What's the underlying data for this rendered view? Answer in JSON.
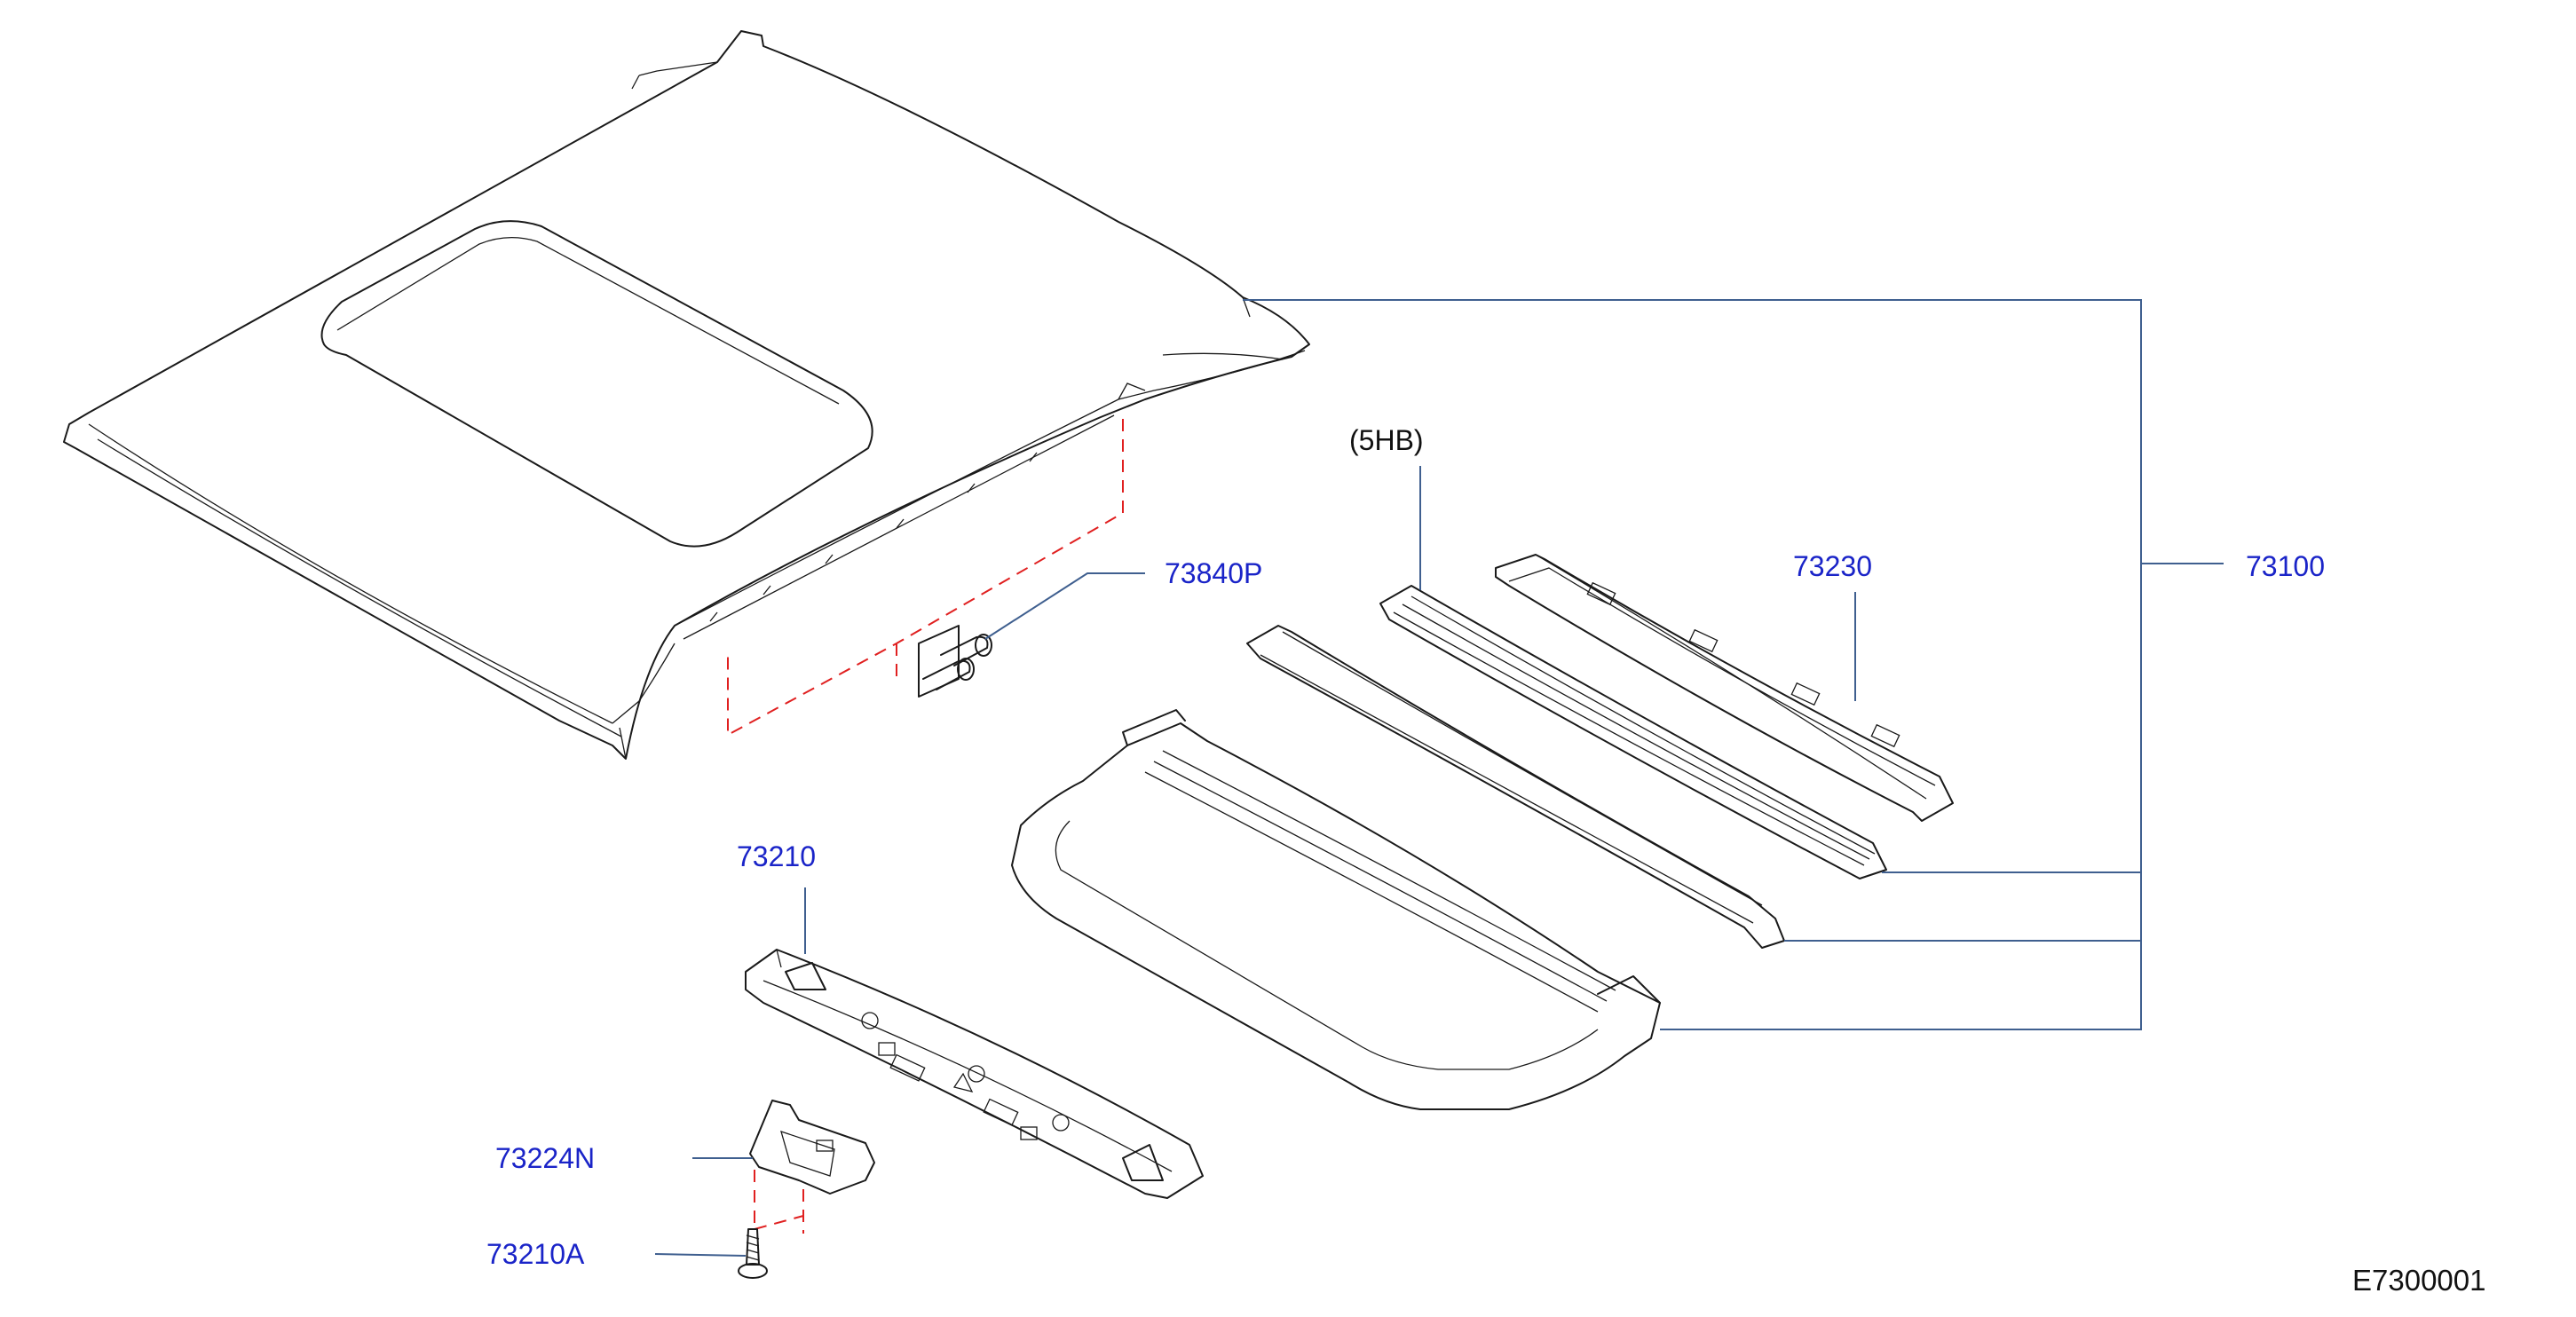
{
  "diagram": {
    "callouts": [
      {
        "id": "73840P",
        "label": "73840P"
      },
      {
        "id": "73230",
        "label": "73230"
      },
      {
        "id": "73100",
        "label": "73100"
      },
      {
        "id": "73210",
        "label": "73210"
      },
      {
        "id": "73224N",
        "label": "73224N"
      },
      {
        "id": "73210A",
        "label": "73210A"
      }
    ],
    "variant_note": "(5HB)",
    "document_code": "E7300001"
  },
  "colors": {
    "part_number_text": "#1a24c8",
    "leader_line": "#3f5f8f",
    "mounting_dash": "#e02020",
    "drawing_line": "#1a1a1a"
  }
}
